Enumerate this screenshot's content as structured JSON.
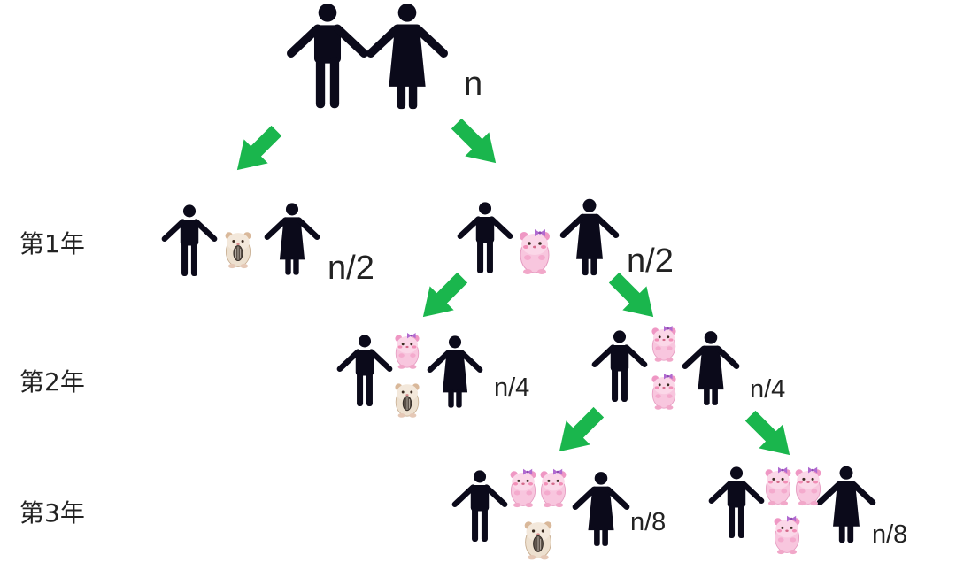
{
  "colors": {
    "person": "#0b0a1a",
    "arrow": "#1ab64d",
    "hamster_tan": "#e6d2b8",
    "hamster_pink": "#f6b6d6",
    "text": "#222222"
  },
  "icons": [
    "man-icon",
    "woman-icon",
    "hamster-plain-icon",
    "hamster-pink-icon",
    "arrow-down-left-icon",
    "arrow-down-right-icon"
  ],
  "years": [
    {
      "label": "第1年"
    },
    {
      "label": "第2年"
    },
    {
      "label": "第3年"
    }
  ],
  "root": {
    "count": "n"
  },
  "gen1": [
    {
      "count": "n/2",
      "kids": [
        "plain"
      ]
    },
    {
      "count": "n/2",
      "kids": [
        "pink"
      ]
    }
  ],
  "gen2": [
    {
      "count": "n/4",
      "kids": [
        "pink",
        "plain"
      ]
    },
    {
      "count": "n/4",
      "kids": [
        "pink",
        "pink"
      ]
    }
  ],
  "gen3": [
    {
      "count": "n/8",
      "kids": [
        "pink",
        "pink",
        "plain"
      ]
    },
    {
      "count": "n/8",
      "kids": [
        "pink",
        "pink",
        "pink"
      ]
    }
  ]
}
